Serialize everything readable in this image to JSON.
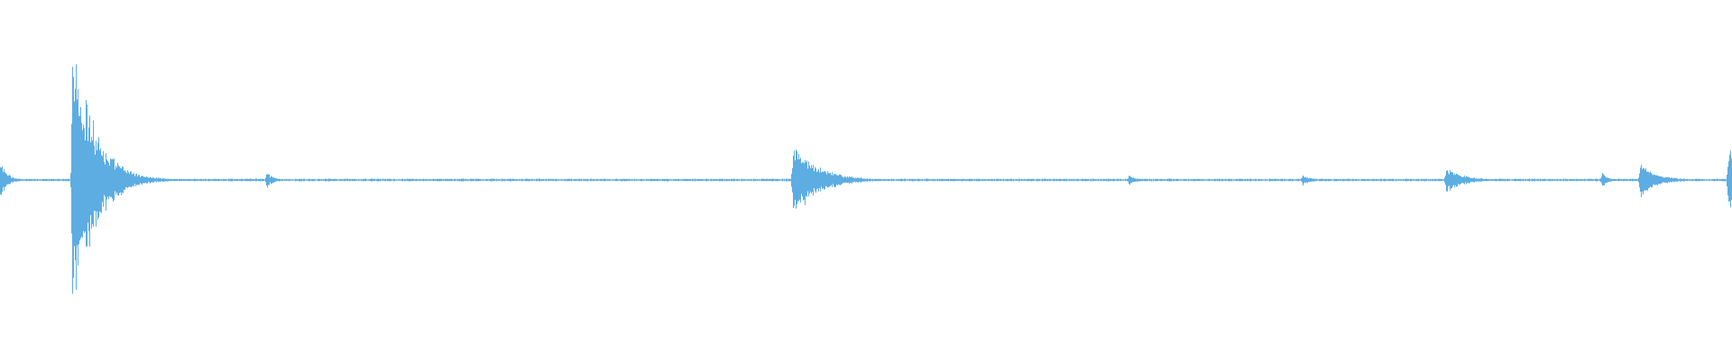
{
  "waveform": {
    "color": "#5dade2",
    "background": "#ffffff",
    "peaks": [
      {
        "position": 0.0,
        "amplitude": 0.1,
        "decay": 0.004
      },
      {
        "position": 0.042,
        "amplitude": 0.78,
        "decay": 0.012
      },
      {
        "position": 0.154,
        "amplitude": 0.04,
        "decay": 0.004
      },
      {
        "position": 0.458,
        "amplitude": 0.2,
        "decay": 0.014
      },
      {
        "position": 0.49,
        "amplitude": 0.02,
        "decay": 0.004
      },
      {
        "position": 0.652,
        "amplitude": 0.03,
        "decay": 0.004
      },
      {
        "position": 0.752,
        "amplitude": 0.03,
        "decay": 0.005
      },
      {
        "position": 0.835,
        "amplitude": 0.07,
        "decay": 0.01
      },
      {
        "position": 0.925,
        "amplitude": 0.04,
        "decay": 0.003
      },
      {
        "position": 0.947,
        "amplitude": 0.09,
        "decay": 0.01
      },
      {
        "position": 0.998,
        "amplitude": 0.22,
        "decay": 0.008
      }
    ],
    "noise_floor": 0.006
  }
}
